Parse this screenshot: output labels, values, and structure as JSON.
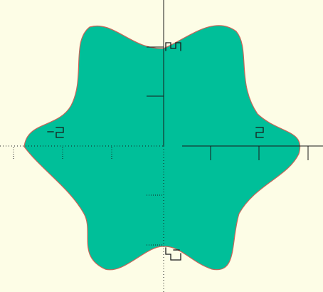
{
  "viewer": {
    "background_color": "#fdfde6",
    "shape": {
      "kind": "six-lobed gear outline",
      "lobes": 6,
      "fill_color": "#00bf99",
      "outline_color": "#c8665a"
    },
    "axes": {
      "color": "#1a1a1a",
      "x_tick_labels": [
        "-2",
        "2"
      ],
      "y_tick_labels": [
        "2",
        "-2"
      ],
      "positive_axis_style": "solid",
      "negative_axis_style": "dotted"
    }
  }
}
